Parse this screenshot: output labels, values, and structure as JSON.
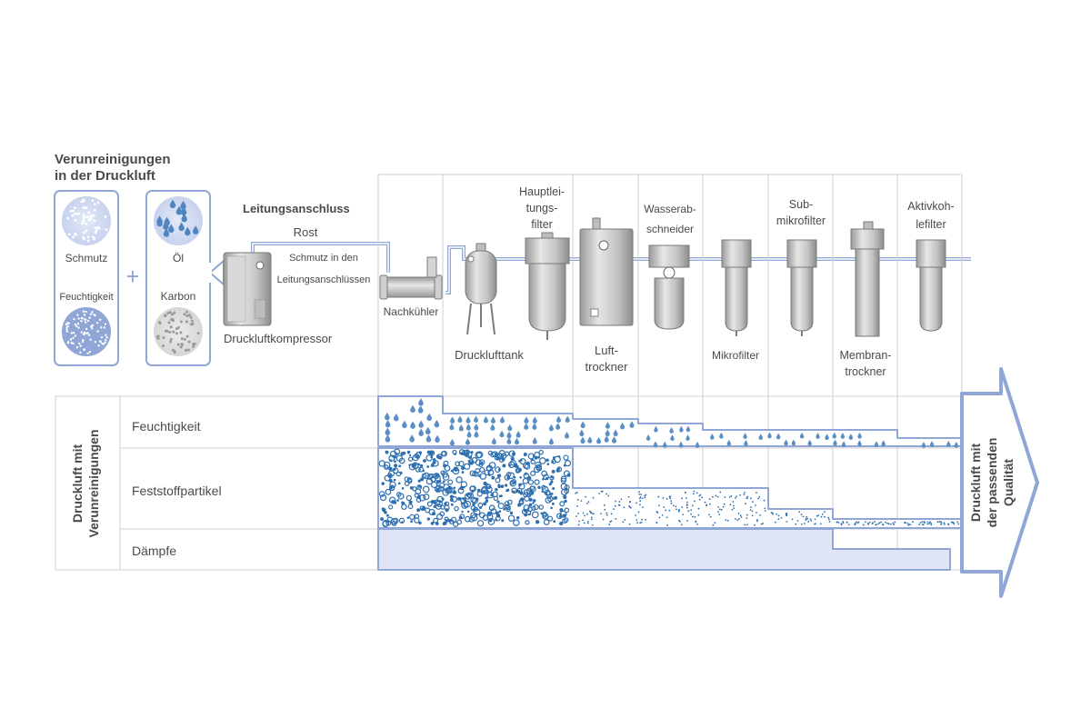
{
  "contaminants": {
    "title_line1": "Verunreinigungen",
    "title_line2": "in der Druckluft",
    "plus": "+",
    "dirt": "Schmutz",
    "moisture": "Feuchtigkeit",
    "oil": "Öl",
    "carbon": "Karbon"
  },
  "pipeline": {
    "title": "Leitungsanschluss",
    "rust": "Rost",
    "dirt_line1": "Schmutz in den",
    "dirt_line2": "Leitungsanschlüssen",
    "compressor": "Druckluftkompressor"
  },
  "equipment": {
    "aftercooler": "Nachkühler",
    "tank": "Drucklufttank",
    "mainline_filter": [
      "Hauptlei-",
      "tungs-",
      "filter"
    ],
    "air_dryer": [
      "Luft-",
      "trockner"
    ],
    "water_separator": [
      "Wasserab-",
      "schneider"
    ],
    "micro_filter": "Mikrofilter",
    "submicro_filter": [
      "Sub-",
      "mikrofilter"
    ],
    "membrane_dryer": [
      "Membran-",
      "trockner"
    ],
    "carbon_filter": [
      "Aktivkoh-",
      "lefilter"
    ]
  },
  "table": {
    "side_label_line1": "Druckluft mit",
    "side_label_line2": "Verunreinigungen",
    "rows": [
      "Feuchtigkeit",
      "Feststoffpartikel",
      "Dämpfe"
    ]
  },
  "result": {
    "line1": "Druckluft mit",
    "line2": "der passenden",
    "line3": "Qualität"
  },
  "colors": {
    "accent": "#8fa6d6",
    "droplet": "#5b8ec4",
    "particle": "#2f6fb0",
    "vapor_fill": "#dfe5f5",
    "dot_fill": "#c7d1ee",
    "grid": "#cfcfcf"
  }
}
